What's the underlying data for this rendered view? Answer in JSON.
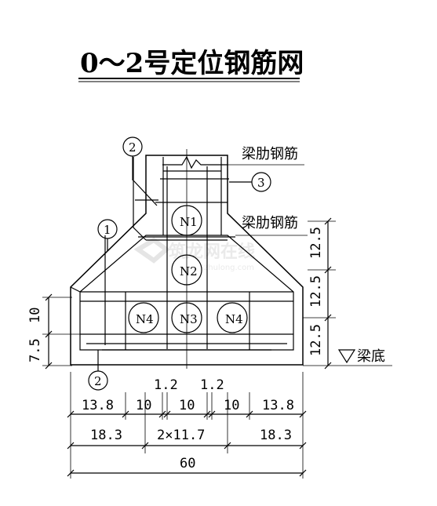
{
  "title": "0～2号定位钢筋网",
  "labels": {
    "rib_rebar_top": "梁肋钢筋",
    "rib_rebar_mid": "梁肋钢筋",
    "beam_bottom": "梁底"
  },
  "markers": {
    "m2_top": "2",
    "m1": "1",
    "m3": "3",
    "m2_bottom": "2"
  },
  "ducts": {
    "n1": "N1",
    "n2": "N2",
    "n3": "N3",
    "n4_left": "N4",
    "n4_right": "N4"
  },
  "left_dims": {
    "d10": "10",
    "d7_5": "7.5"
  },
  "right_dims": {
    "r1": "12.5",
    "r2": "12.5",
    "r3": "12.5"
  },
  "bottom_dims": {
    "spacer_left": "1.2",
    "spacer_right": "1.2",
    "row1": [
      "13.8",
      "10",
      "10",
      "10",
      "13.8"
    ],
    "row2": [
      "18.3",
      "2×11.7",
      "18.3"
    ],
    "total": "60"
  },
  "colors": {
    "ink": "#000000",
    "background": "#ffffff",
    "watermark": "#d9d9d9"
  }
}
